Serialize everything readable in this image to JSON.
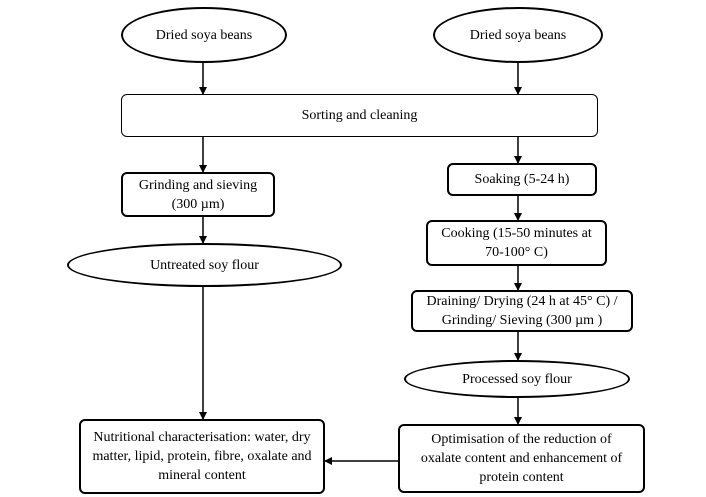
{
  "nodes": {
    "soya_left": "Dried soya beans",
    "soya_right": "Dried soya beans",
    "sorting": "Sorting and cleaning",
    "grinding": "Grinding and sieving (300 µm)",
    "soaking": "Soaking (5-24 h)",
    "cooking": "Cooking (15-50 minutes at 70-100° C)",
    "draining": "Draining/ Drying (24 h at 45° C) / Grinding/ Sieving (300 µm )",
    "untreated": "Untreated soy flour",
    "processed": "Processed soy flour",
    "nutritional": "Nutritional characterisation: water, dry matter, lipid, protein, fibre, oxalate and mineral content",
    "optimisation": "Optimisation of the reduction of oxalate content and enhancement of protein content"
  },
  "edges": [
    [
      "soya_left",
      "sorting"
    ],
    [
      "soya_right",
      "sorting"
    ],
    [
      "sorting",
      "grinding"
    ],
    [
      "sorting",
      "soaking"
    ],
    [
      "grinding",
      "untreated"
    ],
    [
      "soaking",
      "cooking"
    ],
    [
      "cooking",
      "draining"
    ],
    [
      "draining",
      "processed"
    ],
    [
      "untreated",
      "nutritional"
    ],
    [
      "processed",
      "optimisation"
    ],
    [
      "optimisation",
      "nutritional"
    ]
  ]
}
